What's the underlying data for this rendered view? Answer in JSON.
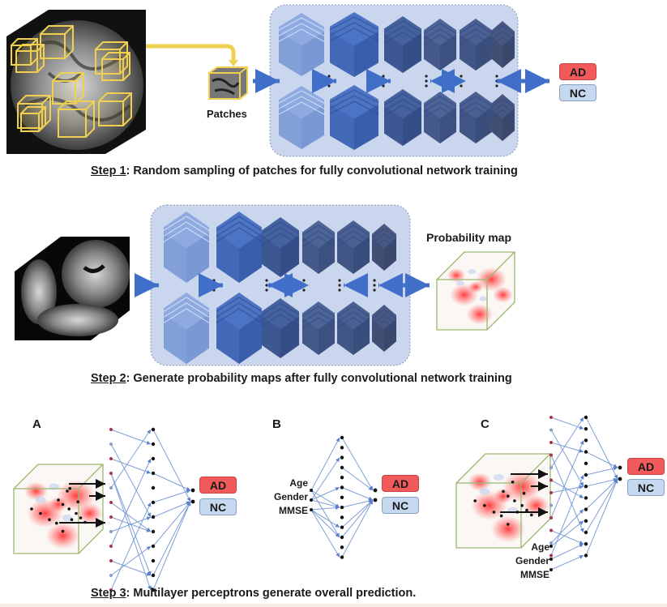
{
  "step1": {
    "caption_step": "Step 1",
    "caption_text": ": Random sampling of patches for fully convolutional network training",
    "patches_label": "Patches",
    "outputs": {
      "ad": "AD",
      "nc": "NC"
    }
  },
  "step2": {
    "caption_step": "Step 2",
    "caption_text": ":  Generate probability maps after fully convolutional network training",
    "probability_map_label": "Probability map"
  },
  "step3": {
    "caption_step": "Step 3",
    "caption_text": ": Multilayer perceptrons generate overall prediction.",
    "panels": {
      "a": {
        "label": "A",
        "outputs": {
          "ad": "AD",
          "nc": "NC"
        }
      },
      "b": {
        "label": "B",
        "inputs": [
          "Age",
          "Gender",
          "MMSE"
        ],
        "outputs": {
          "ad": "AD",
          "nc": "NC"
        }
      },
      "c": {
        "label": "C",
        "inputs": [
          "Age",
          "Gender",
          "MMSE"
        ],
        "outputs": {
          "ad": "AD",
          "nc": "NC"
        }
      }
    }
  },
  "colors": {
    "ad": "#f05a5a",
    "nc": "#c6d8f0",
    "patch_box": "#f0d050",
    "network_panel": "#c9d6ee",
    "arrow": "#3f6fc8",
    "edge": "#7f9fd6",
    "node_red": "#a8344c",
    "node_blue": "#8a9cc8",
    "node_black": "#111111"
  }
}
